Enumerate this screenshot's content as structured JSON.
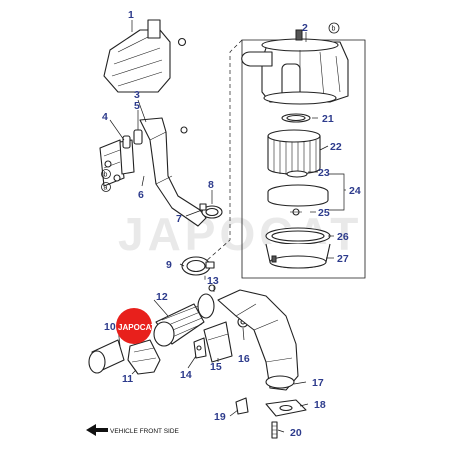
{
  "watermark": "JAPOCAT",
  "logo": {
    "text": "JAPOCAT",
    "color": "#e8201c"
  },
  "label_color": "#2d3b8c",
  "callouts": {
    "c1": "1",
    "c2": "2",
    "c3": "3",
    "c4": "4",
    "c5": "5",
    "c6": "6",
    "c7": "7",
    "c8": "8",
    "c9": "9",
    "c10": "10",
    "c11": "11",
    "c12": "12",
    "c13": "13",
    "c14": "14",
    "c15": "15",
    "c16": "16",
    "c17": "17",
    "c18": "18",
    "c19": "19",
    "c20": "20",
    "c21": "21",
    "c22": "22",
    "c23": "23",
    "c24": "24",
    "c25": "25",
    "c26": "26",
    "c27": "27"
  },
  "reference_marks": {
    "a_left": "a",
    "b_left": "b",
    "b_right": "b"
  },
  "footer": {
    "label": "VEHICLE FRONT SIDE",
    "icon": "arrow-left-icon"
  }
}
